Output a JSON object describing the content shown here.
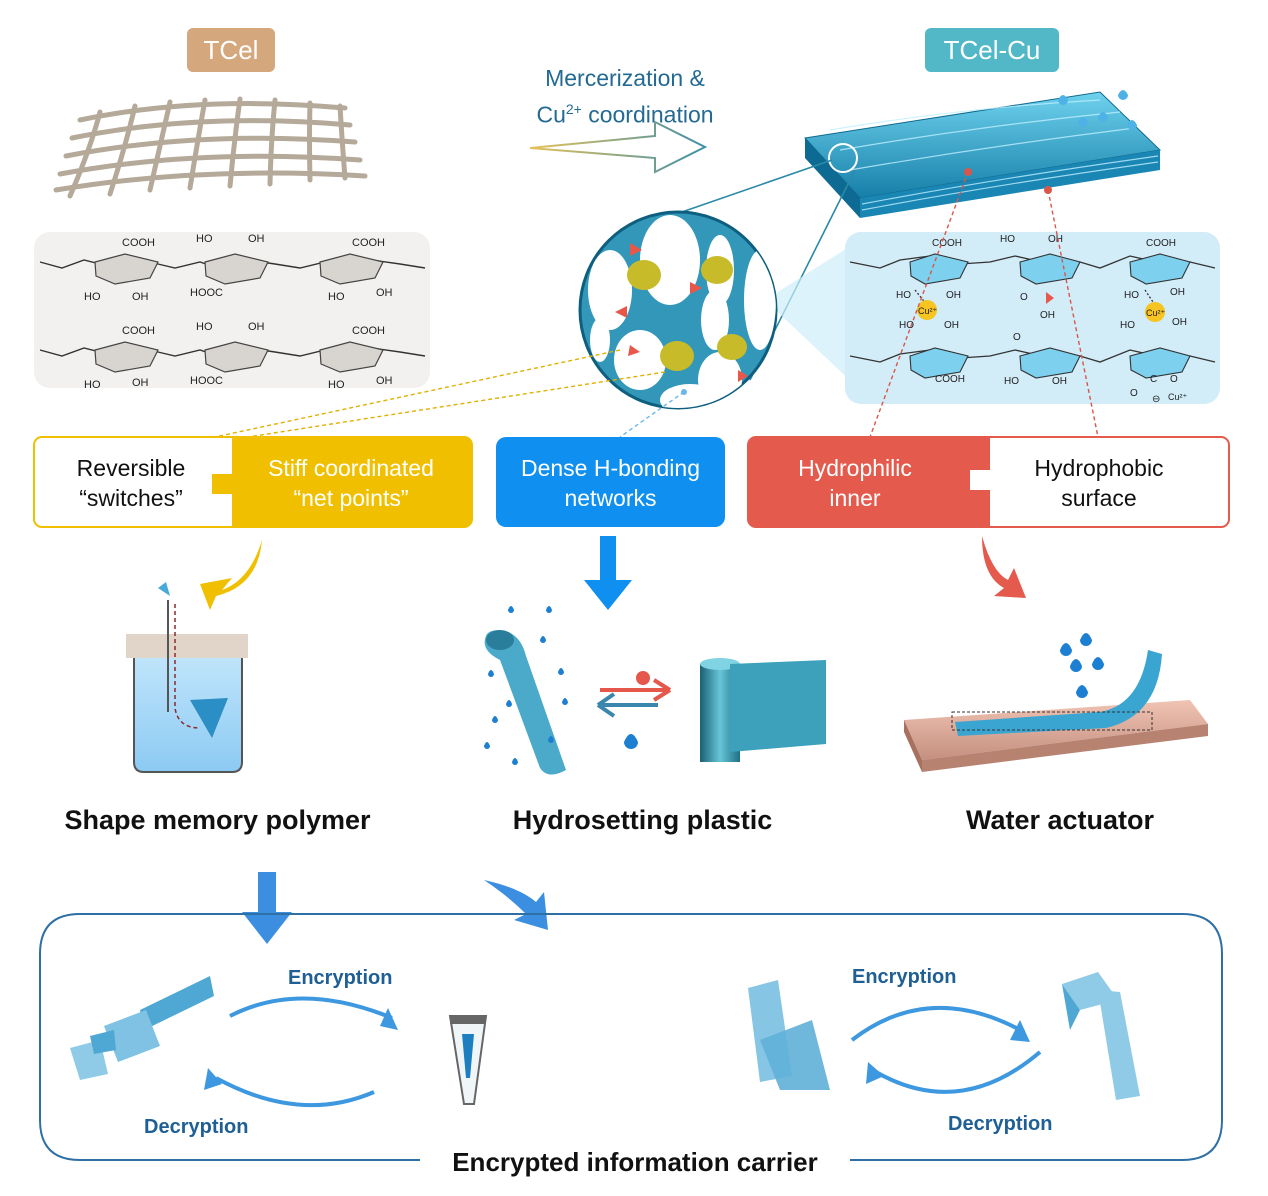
{
  "materials": {
    "left_label": "TCel",
    "right_label": "TCel-Cu",
    "left_color": "#d4a77c",
    "right_color": "#52b8c7"
  },
  "process": {
    "line1": "Mercerization &",
    "line2_prefix": "Cu",
    "line2_superscript": "2+",
    "line2_suffix": " coordination"
  },
  "chemistry": {
    "groups": [
      "COOH",
      "OH",
      "HOOC",
      "O"
    ],
    "cu_label": "Cu",
    "cu_superscript": "2+",
    "carboxylate": "C",
    "charge": "⊖"
  },
  "mechanisms": {
    "box1_left": "Reversible\n“switches”",
    "box1_right": "Stiff coordinated\n“net points”",
    "box2": "Dense H-bonding\nnetworks",
    "box3_left": "Hydrophilic\ninner",
    "box3_right": "Hydrophobic\nsurface",
    "colors": {
      "yellow": "#f0c000",
      "blue": "#0f8ff0",
      "red": "#e45a4d"
    }
  },
  "applications": {
    "a1": "Shape memory polymer",
    "a2": "Hydrosetting plastic",
    "a3": "Water actuator"
  },
  "carrier": {
    "title": "Encrypted information carrier",
    "encryption_left": "Encryption",
    "decryption_left": "Decryption",
    "encryption_right": "Encryption",
    "decryption_right": "Decryption"
  }
}
